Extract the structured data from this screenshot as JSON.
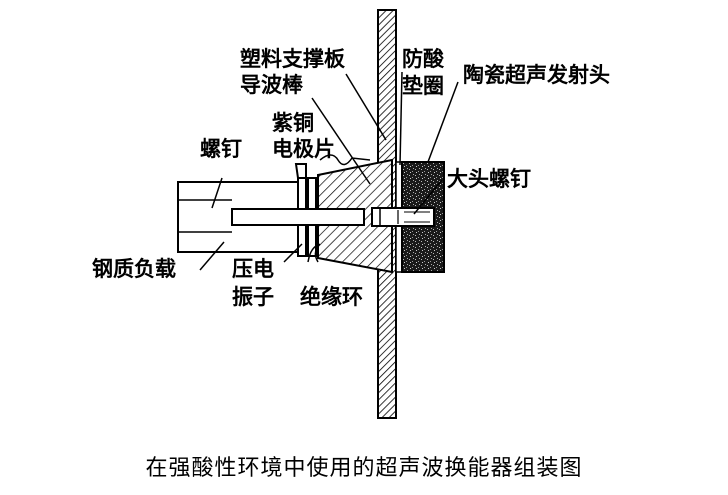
{
  "labels": {
    "plastic_plate": "塑料支撑板",
    "acid_gasket_1": "防酸",
    "acid_gasket_2": "垫圈",
    "ceramic_head": "陶瓷超声发射头",
    "waveguide_rod": "导波棒",
    "copper_1": "紫铜",
    "copper_2": "电极片",
    "screw_nail": "螺钉",
    "big_head_screw": "大头螺钉",
    "steel_load": "钢质负载",
    "piezo_1": "压电",
    "piezo_2": "振子",
    "insulating_ring": "绝缘环"
  },
  "caption": "在强酸性环境中使用的超声波换能器组装图"
}
